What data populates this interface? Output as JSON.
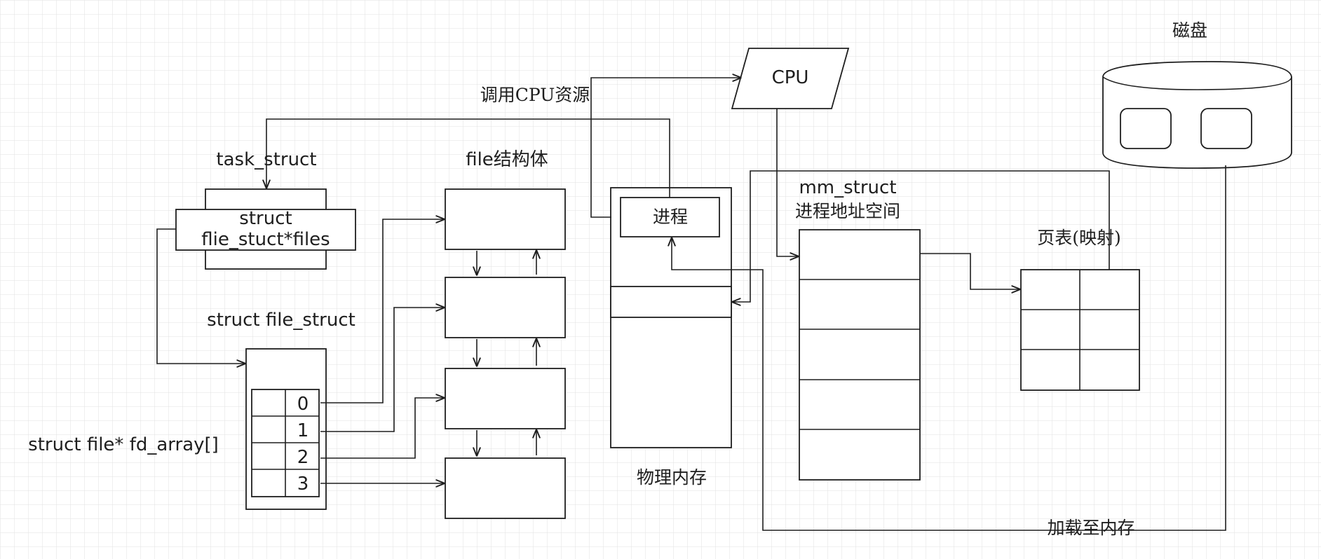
{
  "labels": {
    "cpu": "CPU",
    "call_cpu": "调用CPU资源",
    "disk": "磁盘",
    "task_struct": "task_struct",
    "struct_files_line1": "struct",
    "struct_files_line2": "flie_stuct*files",
    "file_struct_title": "file结构体",
    "process": "进程",
    "mm_struct": "mm_struct",
    "address_space": "进程地址空间",
    "page_table": "页表(映射)",
    "struct_file_struct": "struct file_struct",
    "fd_array": "struct file* fd_array[]",
    "physical_memory": "物理内存",
    "load_to_memory": "加载至内存"
  },
  "fd_indices": [
    "0",
    "1",
    "2",
    "3"
  ]
}
